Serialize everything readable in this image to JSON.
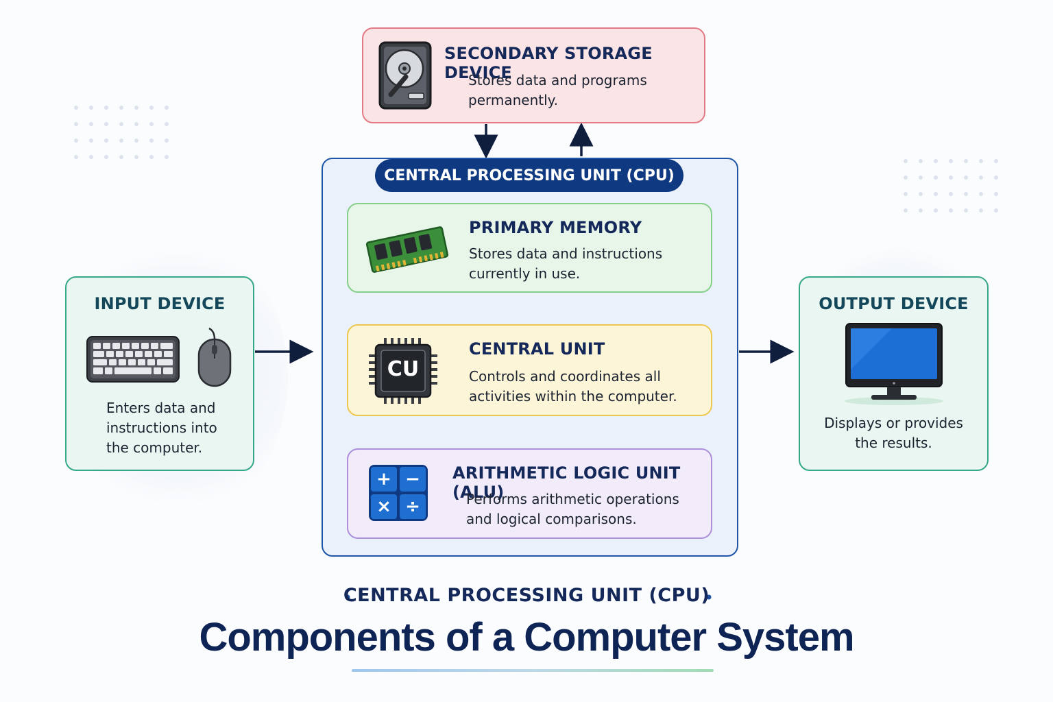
{
  "storage": {
    "title": "SECONDARY STORAGE DEVICE",
    "desc_line1": "Stores data and programs",
    "desc_line2": "permanently.",
    "icon": "hard-drive-icon"
  },
  "cpu": {
    "title": "CENTRAL PROCESSING UNIT (CPU)"
  },
  "memory": {
    "title": "PRIMARY MEMORY",
    "desc_line1": "Stores data and instructions",
    "desc_line2": "currently in use.",
    "icon": "ram-icon"
  },
  "cu": {
    "title": "CENTRAL UNIT",
    "desc_line1": "Controls and coordinates all",
    "desc_line2": "activities within the computer.",
    "icon": "chip-icon",
    "chip_label": "CU"
  },
  "alu": {
    "title": "ARITHMETIC LOGIC UNIT (ALU)",
    "desc_line1": "Performs arithmetic operations",
    "desc_line2": "and logical comparisons.",
    "icon": "calculator-icon",
    "symbols": [
      "+",
      "−",
      "×",
      "÷"
    ]
  },
  "input": {
    "title": "INPUT DEVICE",
    "desc_line1": "Enters data and",
    "desc_line2": "instructions into",
    "desc_line3": "the computer.",
    "icons": [
      "keyboard-icon",
      "mouse-icon"
    ]
  },
  "output": {
    "title": "OUTPUT DEVICE",
    "desc_line1": "Displays or provides",
    "desc_line2": "the results.",
    "icon": "monitor-icon"
  },
  "footer": {
    "subtitle": "CENTRAL PROCESSING UNIT (CPU)",
    "title": "Components of a Computer System"
  },
  "colors": {
    "navy": "#0f3a82",
    "storage": "#e27a86",
    "memory": "#86cf8a",
    "cu": "#ecc84f",
    "alu": "#ad8fdc",
    "io": "#35a88a"
  }
}
